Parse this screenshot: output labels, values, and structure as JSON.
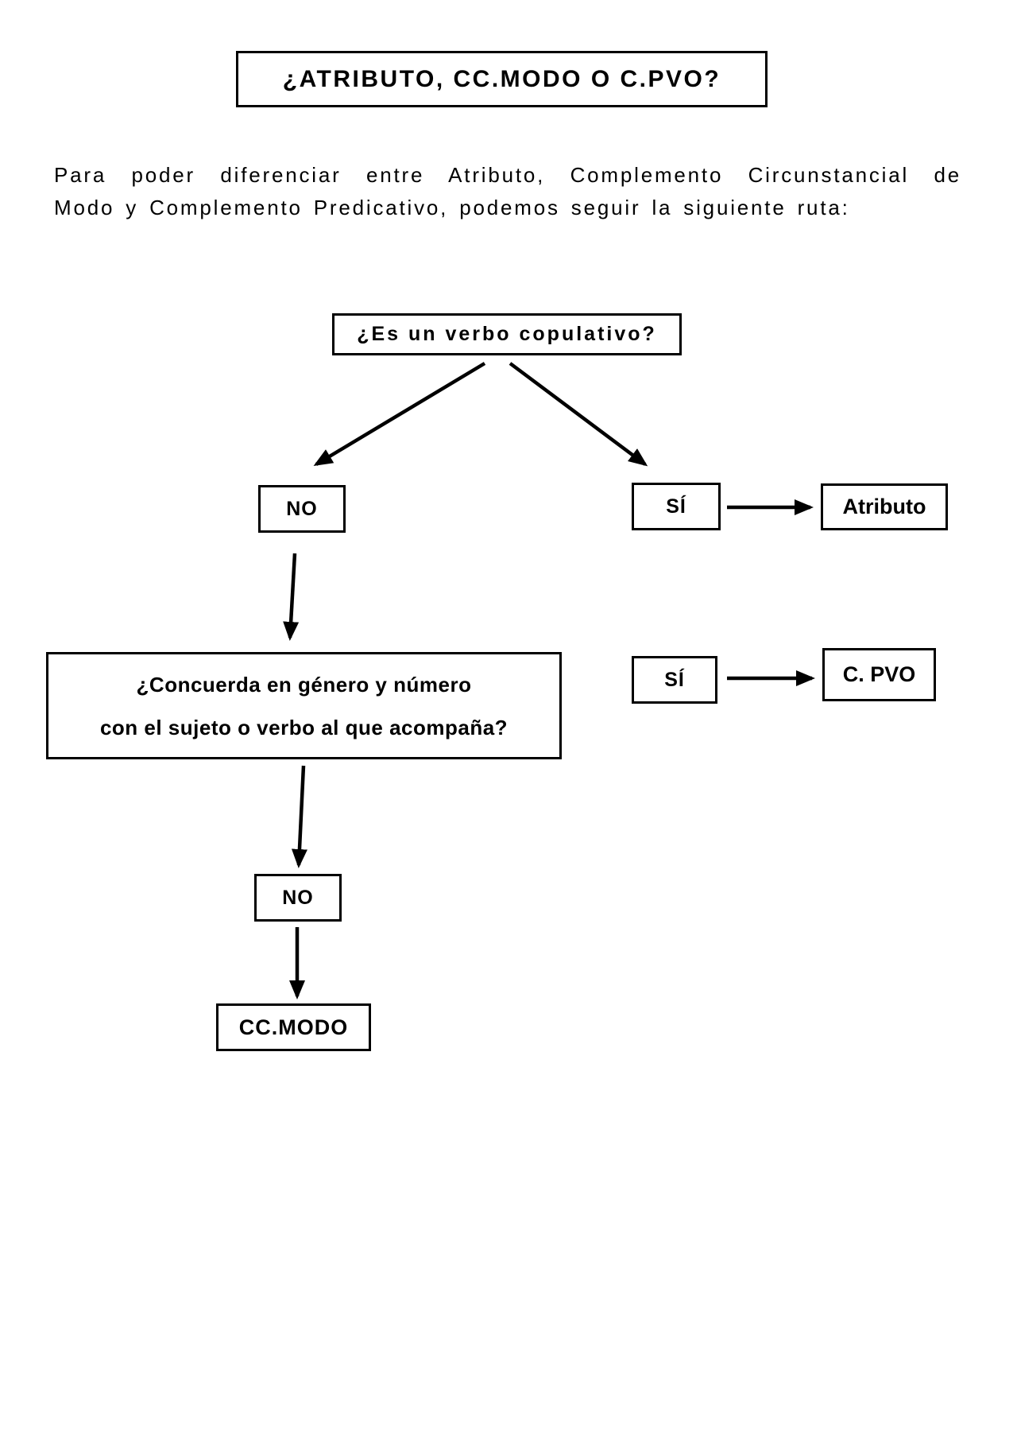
{
  "document": {
    "title": "¿ATRIBUTO, CC.MODO O C.PVO?",
    "intro": {
      "line1": "Para poder diferenciar entre Atributo, Complemento Circunstancial de",
      "line2": "Modo y Complemento Predicativo, podemos seguir la siguiente ruta:"
    }
  },
  "flowchart": {
    "question1": {
      "label": "¿Es un verbo copulativo?"
    },
    "branch_no1": {
      "label": "NO"
    },
    "branch_si1": {
      "label": "SÍ"
    },
    "result_atributo": {
      "label": "Atributo"
    },
    "question2": {
      "line1": "¿Concuerda en género y número",
      "line2": "con el sujeto o verbo al que acompaña?"
    },
    "branch_si2": {
      "label": "SÍ"
    },
    "result_cpvo": {
      "label": "C. PVO"
    },
    "branch_no2": {
      "label": "NO"
    },
    "result_ccmodo": {
      "label": "CC.MODO"
    }
  },
  "colors": {
    "ink": "#000000",
    "paper": "#ffffff"
  }
}
